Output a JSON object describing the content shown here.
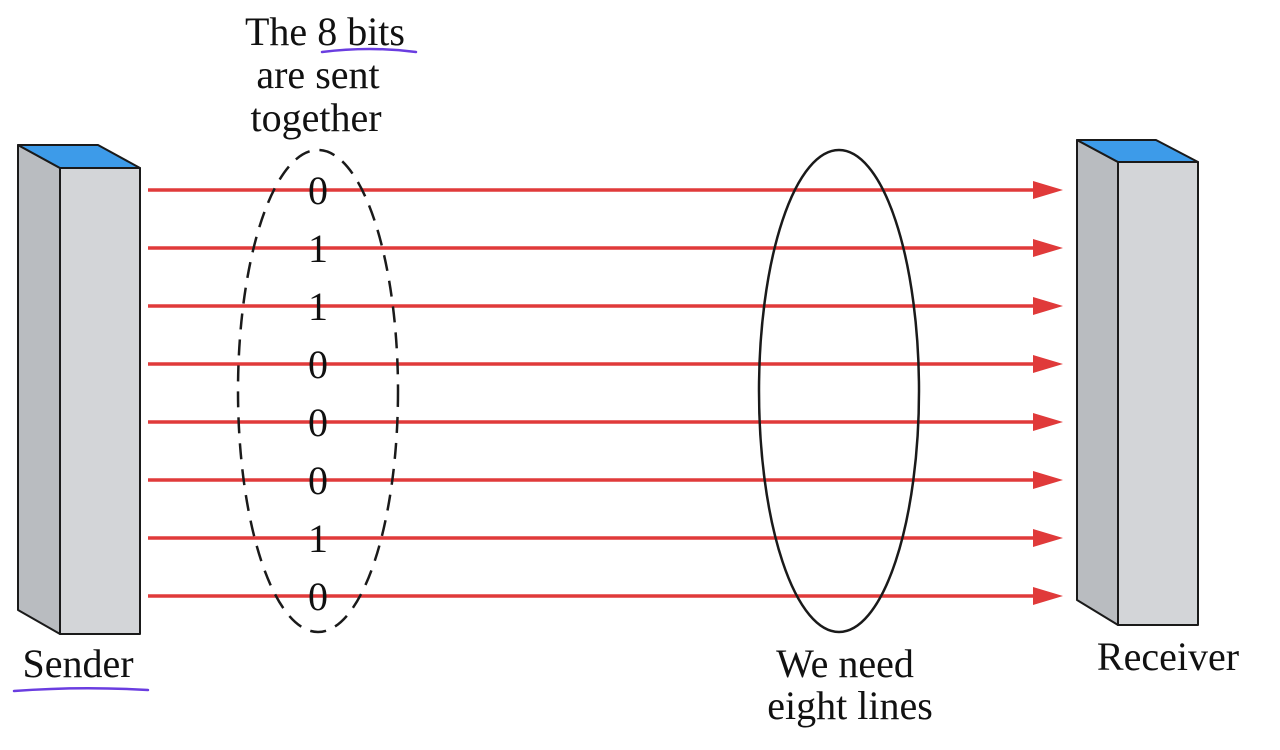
{
  "top_caption": {
    "lines": [
      "The 8 bits",
      "are sent",
      "together"
    ]
  },
  "bottom_caption": {
    "lines": [
      "We need",
      "eight lines"
    ]
  },
  "sender_label": "Sender",
  "receiver_label": "Receiver",
  "bits": [
    "0",
    "1",
    "1",
    "0",
    "0",
    "0",
    "1",
    "0"
  ],
  "colors": {
    "box_front": "#d3d5d8",
    "box_side": "#b9bcc0",
    "box_top": "#3d9be9",
    "line": "#e03a3a",
    "outline": "#1a1a1a",
    "annotation": "#6a3de0"
  }
}
